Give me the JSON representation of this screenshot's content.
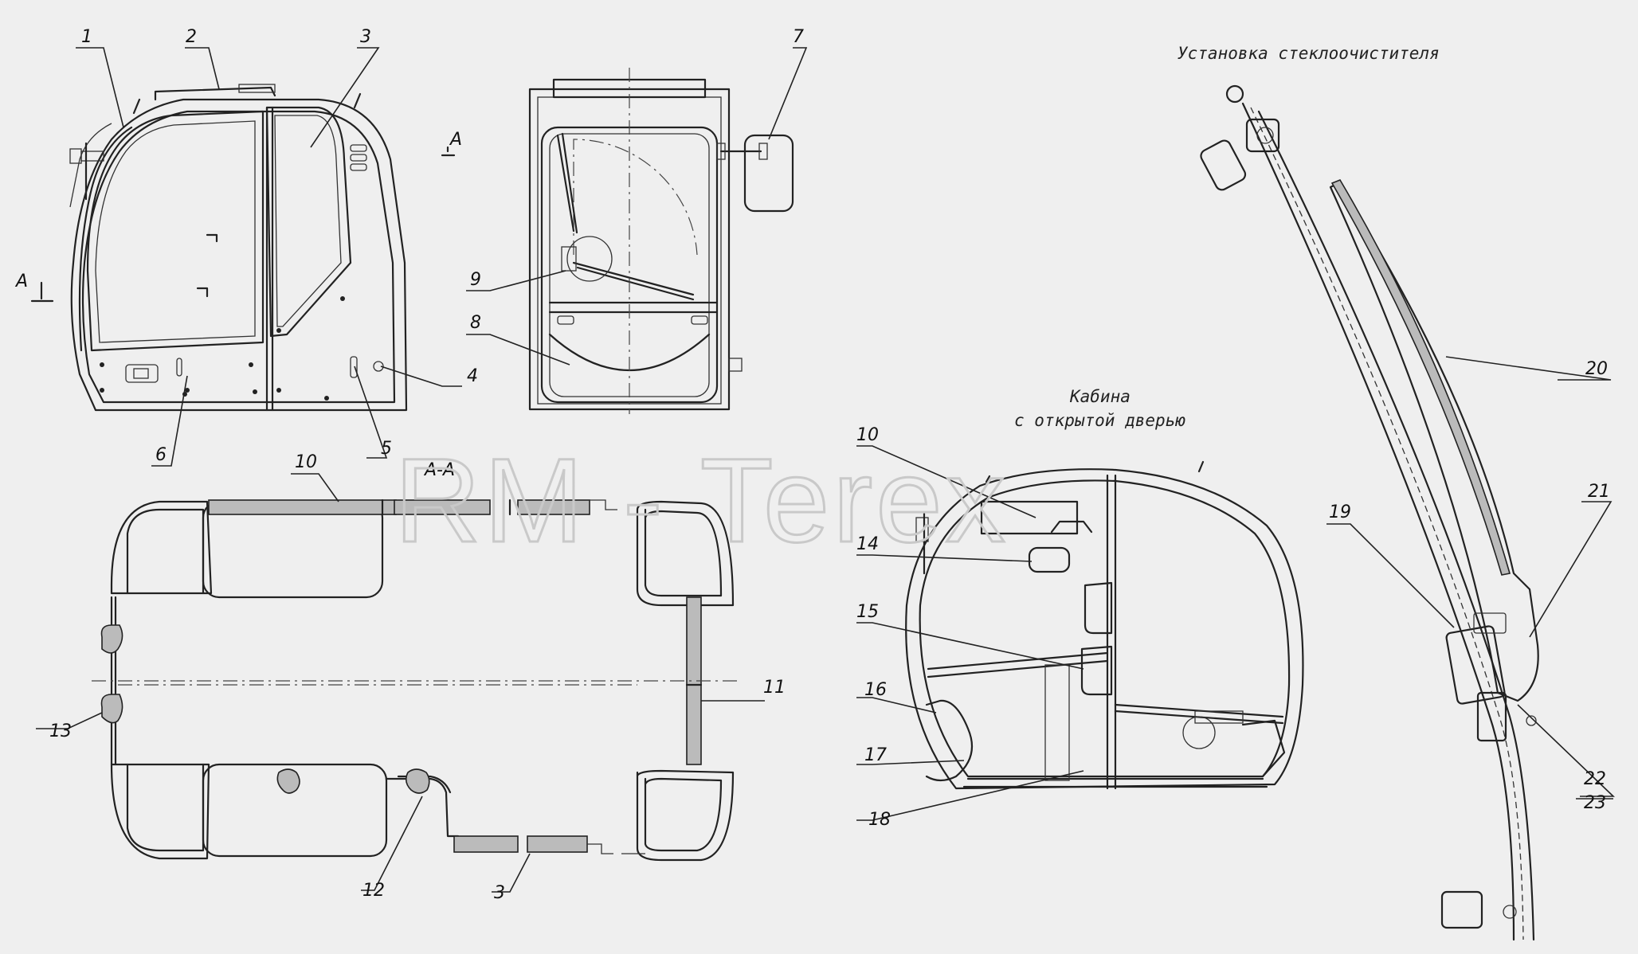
{
  "captions": {
    "wiper_installation": "Установка стеклоочистителя",
    "cab_open_door_line1": "Кабина",
    "cab_open_door_line2": "с открытой дверью",
    "section_aa": "А-А",
    "view_arrow_top": "А",
    "view_arrow_left": "А"
  },
  "watermark": "RM - Terex",
  "callouts": {
    "c1": "1",
    "c2": "2",
    "c3": "3",
    "c3b": "3",
    "c4": "4",
    "c5": "5",
    "c6": "6",
    "c7": "7",
    "c8": "8",
    "c9": "9",
    "c10": "10",
    "c10b": "10",
    "c11": "11",
    "c12": "12",
    "c13": "13",
    "c14": "14",
    "c15": "15",
    "c16": "16",
    "c17": "17",
    "c18": "18",
    "c19": "19",
    "c20": "20",
    "c21": "21",
    "c22": "22",
    "c23": "23"
  },
  "colors": {
    "background": "#efefef",
    "ink": "#222222",
    "watermark": "#c9c9c9"
  }
}
